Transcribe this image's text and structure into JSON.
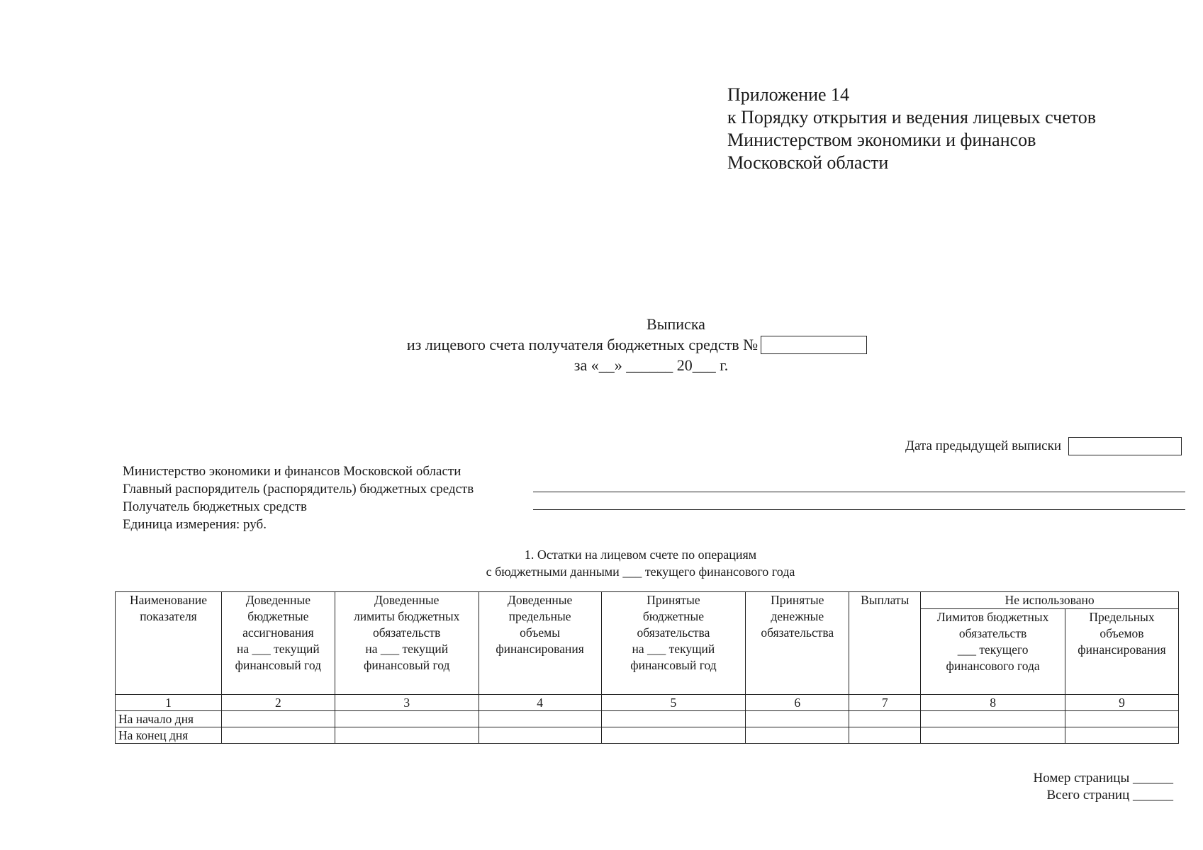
{
  "appendix": {
    "lines": [
      "Приложение 14",
      "к Порядку открытия и ведения лицевых счетов",
      "Министерством экономики и финансов",
      "Московской области"
    ]
  },
  "title": {
    "line1": "Выписка",
    "line2": "из лицевого счета получателя бюджетных средств №",
    "line3": "за «__» ______ 20___ г."
  },
  "prev_statement_label": "Дата предыдущей выписки",
  "org": {
    "ministry": "Министерство экономики и финансов Московской области",
    "chief_manager": "Главный распорядитель (распорядитель) бюджетных средств",
    "recipient": "Получатель бюджетных средств",
    "unit": "Единица измерения: руб."
  },
  "section1": {
    "line1": "1. Остатки на лицевом счете по операциям",
    "line2": "с бюджетными данными ___ текущего финансового года"
  },
  "table": {
    "headers": {
      "c1": [
        "Наименование",
        "показателя"
      ],
      "c2": [
        "Доведенные",
        "бюджетные",
        "ассигнования",
        "на ___ текущий",
        "финансовый год"
      ],
      "c3": [
        "Доведенные",
        "лимиты бюджетных",
        "обязательств",
        "на ___ текущий",
        "финансовый год"
      ],
      "c4": [
        "Доведенные",
        "предельные",
        "объемы",
        "финансирования"
      ],
      "c5": [
        "Принятые",
        "бюджетные",
        "обязательства",
        "на ___ текущий",
        "финансовый год"
      ],
      "c6": [
        "Принятые",
        "денежные",
        "обязательства"
      ],
      "c7": [
        "Выплаты"
      ],
      "group": "Не использовано",
      "c8": [
        "Лимитов бюджетных",
        "обязательств",
        "___ текущего",
        "финансового года"
      ],
      "c9": [
        "Предельных",
        "объемов",
        "финансирования"
      ]
    },
    "numbers": [
      "1",
      "2",
      "3",
      "4",
      "5",
      "6",
      "7",
      "8",
      "9"
    ],
    "rows": [
      "На начало дня",
      "На конец дня"
    ]
  },
  "footer": {
    "page_number": "Номер страницы ______",
    "total_pages": "Всего страниц ______"
  }
}
